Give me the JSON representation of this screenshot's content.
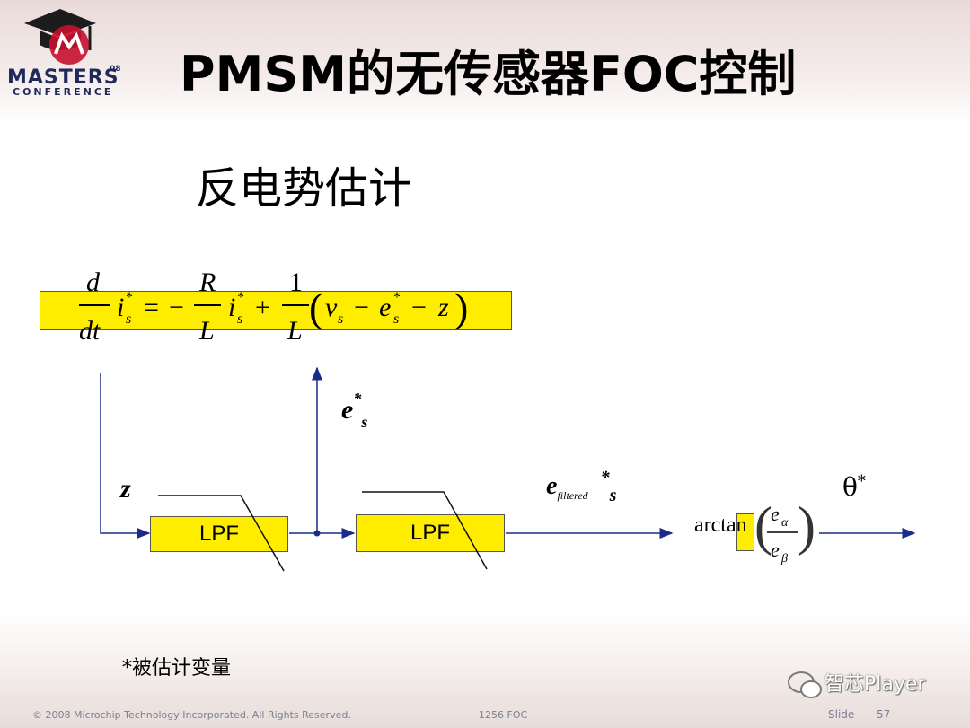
{
  "header": {
    "logo_text": "MASTERS",
    "logo_badge": "08",
    "logo_subtext": "CONFERENCE",
    "title": "PMSM的无传感器FOC控制"
  },
  "slide": {
    "subtitle": "反电势估计"
  },
  "diagram": {
    "lpf1_label": "LPF",
    "lpf2_label": "LPF",
    "arctan_label": "arctan",
    "z_label": "z",
    "es_label": "e",
    "es_sup": "*",
    "es_sub": "s",
    "efiltered_label": "e",
    "efiltered_sub": "filtered",
    "efiltered_sup": "*",
    "efiltered_s": "s",
    "theta_label": "θ",
    "theta_sup": "*",
    "frac_num_e": "e",
    "frac_num_sub": "α",
    "frac_den_e": "e",
    "frac_den_sub": "β",
    "accent_color": "#ffed00",
    "arrow_color": "#1a2b8c"
  },
  "footer": {
    "footnote": "*被估计变量",
    "copyright": "© 2008 Microchip Technology Incorporated. All Rights Reserved.",
    "course_code": "1256 FOC",
    "slide_label": "Slide",
    "slide_number": "57",
    "watermark": "智芯Player"
  }
}
